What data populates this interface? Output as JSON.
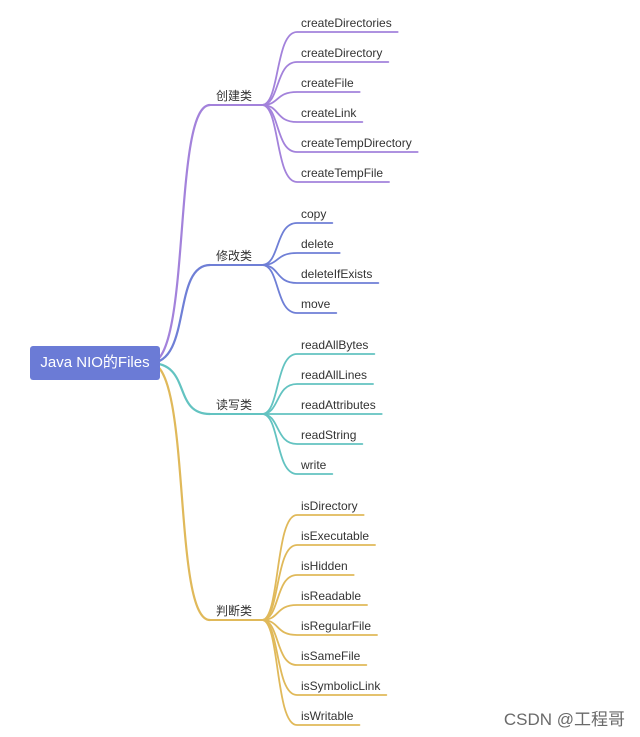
{
  "root": {
    "label": "Java NIO的Files"
  },
  "branches": [
    {
      "label": "创建类",
      "color": "#a382db",
      "leaves": [
        "createDirectories",
        "createDirectory",
        "createFile",
        "createLink",
        "createTempDirectory",
        "createTempFile"
      ]
    },
    {
      "label": "修改类",
      "color": "#6f7fd6",
      "leaves": [
        "copy",
        "delete",
        "deleteIfExists",
        "move"
      ]
    },
    {
      "label": "读写类",
      "color": "#63c3c1",
      "leaves": [
        "readAllBytes",
        "readAllLines",
        "readAttributes",
        "readString",
        "write"
      ]
    },
    {
      "label": "判断类",
      "color": "#e0b95a",
      "leaves": [
        "isDirectory",
        "isExecutable",
        "isHidden",
        "isReadable",
        "isRegularFile",
        "isSameFile",
        "isSymbolicLink",
        "isWritable"
      ]
    }
  ],
  "watermark": "CSDN @工程哥"
}
